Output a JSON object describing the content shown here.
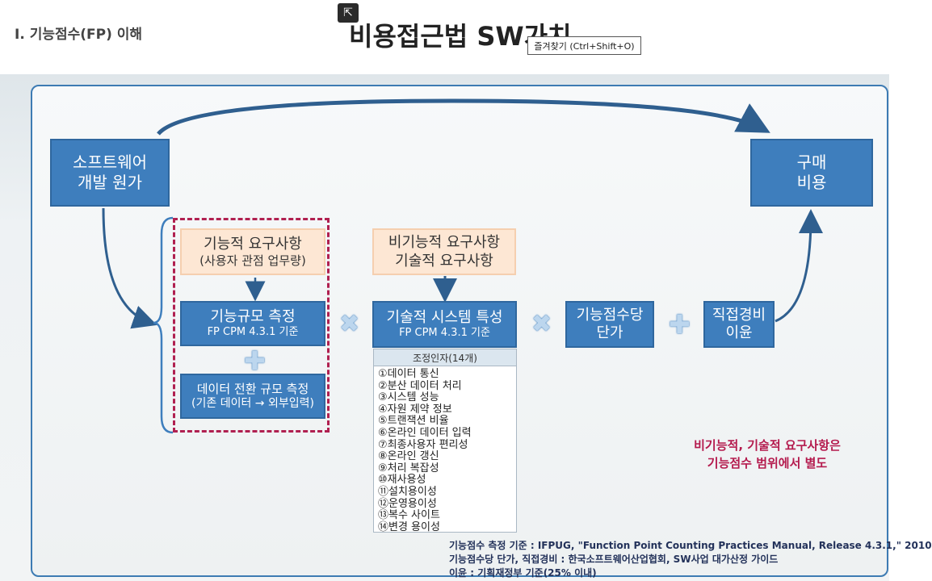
{
  "header": {
    "section_label": "Ⅰ. 기능점수(FP) 이해",
    "title": "비용접근법 SW가치",
    "tooltip": "즐겨찾기 (Ctrl+Shift+O)"
  },
  "diagram": {
    "dev_cost": [
      "소프트웨어",
      "개발 원가"
    ],
    "purchase_cost": [
      "구매",
      "비용"
    ],
    "functional_req": [
      "기능적 요구사항",
      "(사용자 관점 업무량)"
    ],
    "nonfunctional_req": [
      "비기능적 요구사항",
      "기술적  요구사항"
    ],
    "function_size": {
      "title": "기능규모 측정",
      "sub": "FP CPM 4.3.1 기준"
    },
    "data_conversion": [
      "데이터 전환 규모 측정",
      "(기존 데이터 → 외부입력)"
    ],
    "tech_system": {
      "title": "기술적 시스템 특성",
      "sub": "FP CPM 4.3.1 기준"
    },
    "unit_cost": [
      "기능점수당",
      "단가"
    ],
    "direct_expense": [
      "직접경비",
      "이윤"
    ],
    "adjustment": {
      "header": "조정인자(14개)",
      "items": [
        "①데이터 통신",
        "②분산 데이터 처리",
        "③시스템 성능",
        "④자원 제약 정보",
        "⑤트랜잭션 비율",
        "⑥온라인 데이터 입력",
        "⑦최종사용자 편리성",
        "⑧온라인 갱신",
        "⑨처리 복잡성",
        "⑩재사용성",
        "⑪설치용이성",
        "⑫운영용이성",
        "⑬복수 사이트",
        "⑭변경 용이성"
      ]
    },
    "note": [
      "비기능적, 기술적 요구사항은",
      "기능점수 범위에서 별도"
    ]
  },
  "footnotes": [
    "기능점수 측정 기준 : IFPUG, \"Function Point Counting Practices Manual, Release 4.3.1,\" 2010",
    "기능점수당 단가, 직접경비 : 한국소프트웨어산업협회, SW사업 대가산정 가이드",
    "이윤 : 기획재정부 기준(25% 이내)"
  ],
  "colors": {
    "box_blue": "#3e7ebd",
    "box_peach": "#fde7d4",
    "dashed_border": "#b02050",
    "note_text": "#b41a4d",
    "arrow": "#2f5f8f"
  }
}
